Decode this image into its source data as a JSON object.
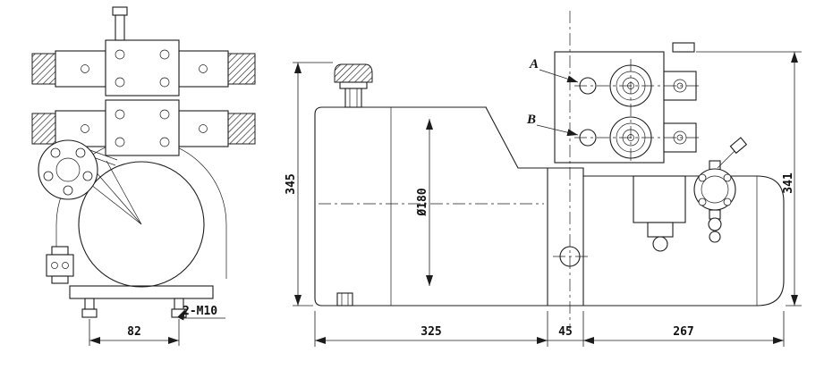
{
  "colors": {
    "line": "#1c1c1c",
    "background": "#ffffff"
  },
  "end_view": {
    "dim_82": "82",
    "bolt_note": "2-M10"
  },
  "side_view": {
    "dim_345": "345",
    "dim_diameter": "Ø180",
    "dim_325": "325",
    "dim_45": "45",
    "dim_267": "267",
    "dim_341": "341",
    "port_a": "A",
    "port_b": "B"
  }
}
